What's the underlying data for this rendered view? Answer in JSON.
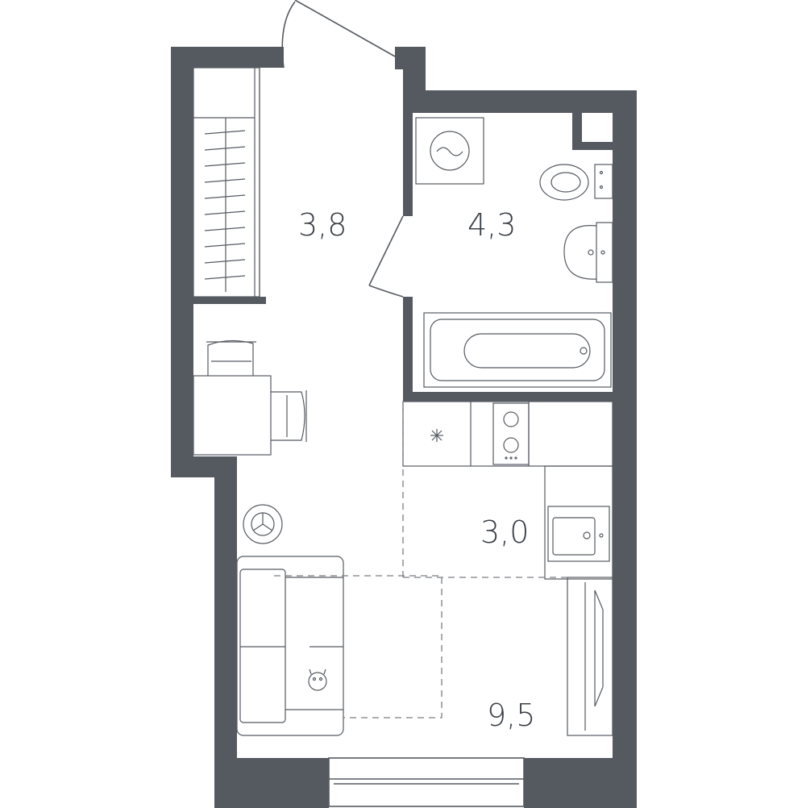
{
  "plan": {
    "rooms": [
      {
        "id": "hall",
        "area": "3,8"
      },
      {
        "id": "bathroom",
        "area": "4,3"
      },
      {
        "id": "kitchen",
        "area": "3,0"
      },
      {
        "id": "living",
        "area": "9,5"
      }
    ],
    "colors": {
      "wall": "#555a61",
      "line": "#555a61",
      "text": "#3a3f46"
    }
  }
}
